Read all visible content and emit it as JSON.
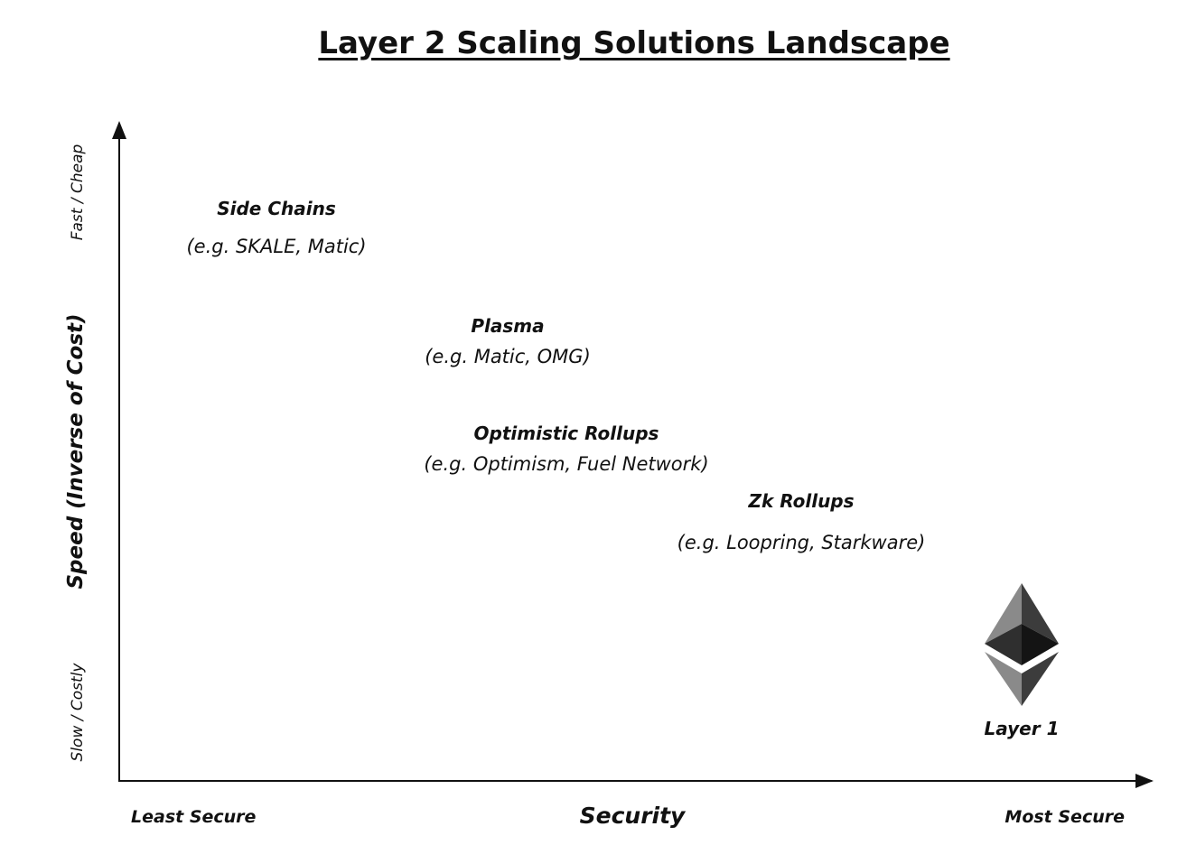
{
  "title": "Layer 2 Scaling Solutions Landscape",
  "y_axis": {
    "label": "Speed (Inverse of Cost)",
    "top_label": "Fast / Cheap",
    "bottom_label": "Slow / Costly"
  },
  "x_axis": {
    "label": "Security",
    "left_label": "Least Secure",
    "right_label": "Most Secure"
  },
  "solutions": [
    {
      "name": "Side Chains",
      "examples": "(e.g. SKALE, Matic)"
    },
    {
      "name": "Plasma",
      "examples": "(e.g. Matic, OMG)"
    },
    {
      "name": "Optimistic Rollups",
      "examples": "(e.g. Optimism, Fuel Network)"
    },
    {
      "name": "Zk Rollups",
      "examples": "(e.g. Loopring, Starkware)"
    }
  ],
  "layer1": {
    "label": "Layer 1",
    "icon": "ethereum-logo-icon"
  }
}
